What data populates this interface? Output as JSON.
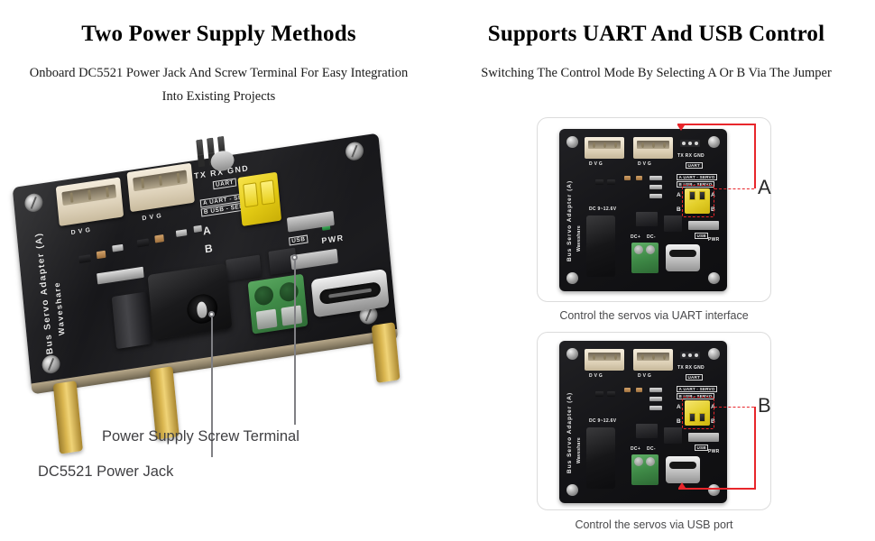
{
  "left_panel": {
    "heading": "Two Power Supply Methods",
    "subheading": "Onboard DC5521 Power Jack And Screw Terminal For Easy Integration Into Existing Projects",
    "callouts": [
      {
        "id": "screw-terminal",
        "label": "Power Supply Screw Terminal"
      },
      {
        "id": "dc-jack",
        "label": "DC5521 Power Jack"
      }
    ],
    "board_silkscreen": {
      "product_name": "Bus Servo Adapter (A)",
      "brand": "Waveshare",
      "uart_pins": "TX  RX  GND",
      "uart_label": "UART",
      "mode_a": "A UART - SERVO",
      "mode_b": "B USB - SERVO",
      "jumper_a": "A",
      "jumper_b": "B",
      "power_led": "PWR",
      "usb_label": "USB",
      "servo_pins": "D  V  G"
    }
  },
  "right_panel": {
    "heading": "Supports UART And USB Control",
    "subheading": "Switching The Control Mode By Selecting A Or B Via The Jumper",
    "cards": [
      {
        "id": "uart-mode-card",
        "caption": "Control the servos via UART interface",
        "selector_label": "A",
        "highlight_target": "uart-header"
      },
      {
        "id": "usb-mode-card",
        "caption": "Control the servos via USB port",
        "selector_label": "B",
        "highlight_target": "usb-c-port"
      }
    ],
    "board_silkscreen": {
      "product_name": "Bus Servo Adapter (A)",
      "brand": "Waveshare",
      "uart_pins": "TX  RX  GND",
      "uart_label": "UART",
      "mode_a": "A UART - SERVO",
      "mode_b": "B USB - SERVO",
      "jumper_a_left": "A",
      "jumper_a_right": "A",
      "jumper_b_left": "B",
      "jumper_b_right": "B",
      "voltage": "DC 9~12.6V",
      "dc_plus": "DC+",
      "dc_minus": "DC-",
      "usb_label": "USB",
      "power_led": "PWR",
      "servo_pins_1": "D   V   G",
      "servo_pins_2": "D   V   G"
    }
  },
  "colors": {
    "accent_red": "#e8262b",
    "pcb_black": "#17171a",
    "jumper_yellow": "#e3cf2a",
    "terminal_green": "#3f8a47",
    "standoff_gold": "#d9b54f",
    "text_dark": "#3f3f42",
    "card_border": "#dcdcdc"
  }
}
